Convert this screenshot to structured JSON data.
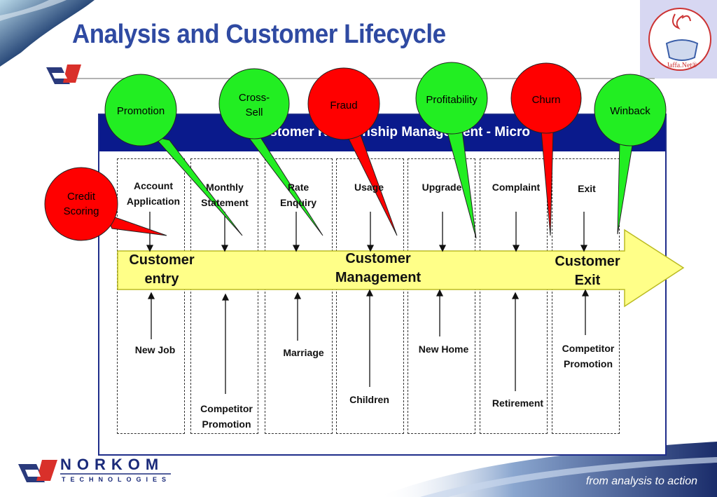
{
  "title": "Analysis and Customer Lifecycle",
  "header": "Customer Relationship Management - Micro",
  "events_top": [
    "Account Application",
    "Monthly Statement",
    "Rate Enquiry",
    "Usage",
    "Upgrade",
    "Complaint",
    "Exit"
  ],
  "events_bottom": [
    "New Job",
    "Competitor Promotion",
    "Marriage",
    "Children",
    "New Home",
    "Retirement",
    "Competitor Promotion"
  ],
  "stages": [
    "Customer entry",
    "Customer Management",
    "Customer Exit"
  ],
  "bubbles": [
    {
      "label": "Credit Scoring",
      "color": "#ff0000"
    },
    {
      "label": "Promotion",
      "color": "#22ee22"
    },
    {
      "label": "Cross-Sell",
      "color": "#22ee22"
    },
    {
      "label": "Fraud",
      "color": "#ff0000"
    },
    {
      "label": "Profitability",
      "color": "#22ee22"
    },
    {
      "label": "Churn",
      "color": "#ff0000"
    },
    {
      "label": "Winback",
      "color": "#22ee22"
    }
  ],
  "logo": {
    "brand": "NORKOM",
    "sub": "TECHNOLOGIES",
    "tagline": "from analysis to action"
  },
  "badge": "Jaffa.Net®",
  "colors": {
    "title": "#2f4aa2",
    "header_band": "#0a1a8c",
    "lifecycle_arrow": "#ffff88",
    "frame": "#1f2d8a"
  }
}
